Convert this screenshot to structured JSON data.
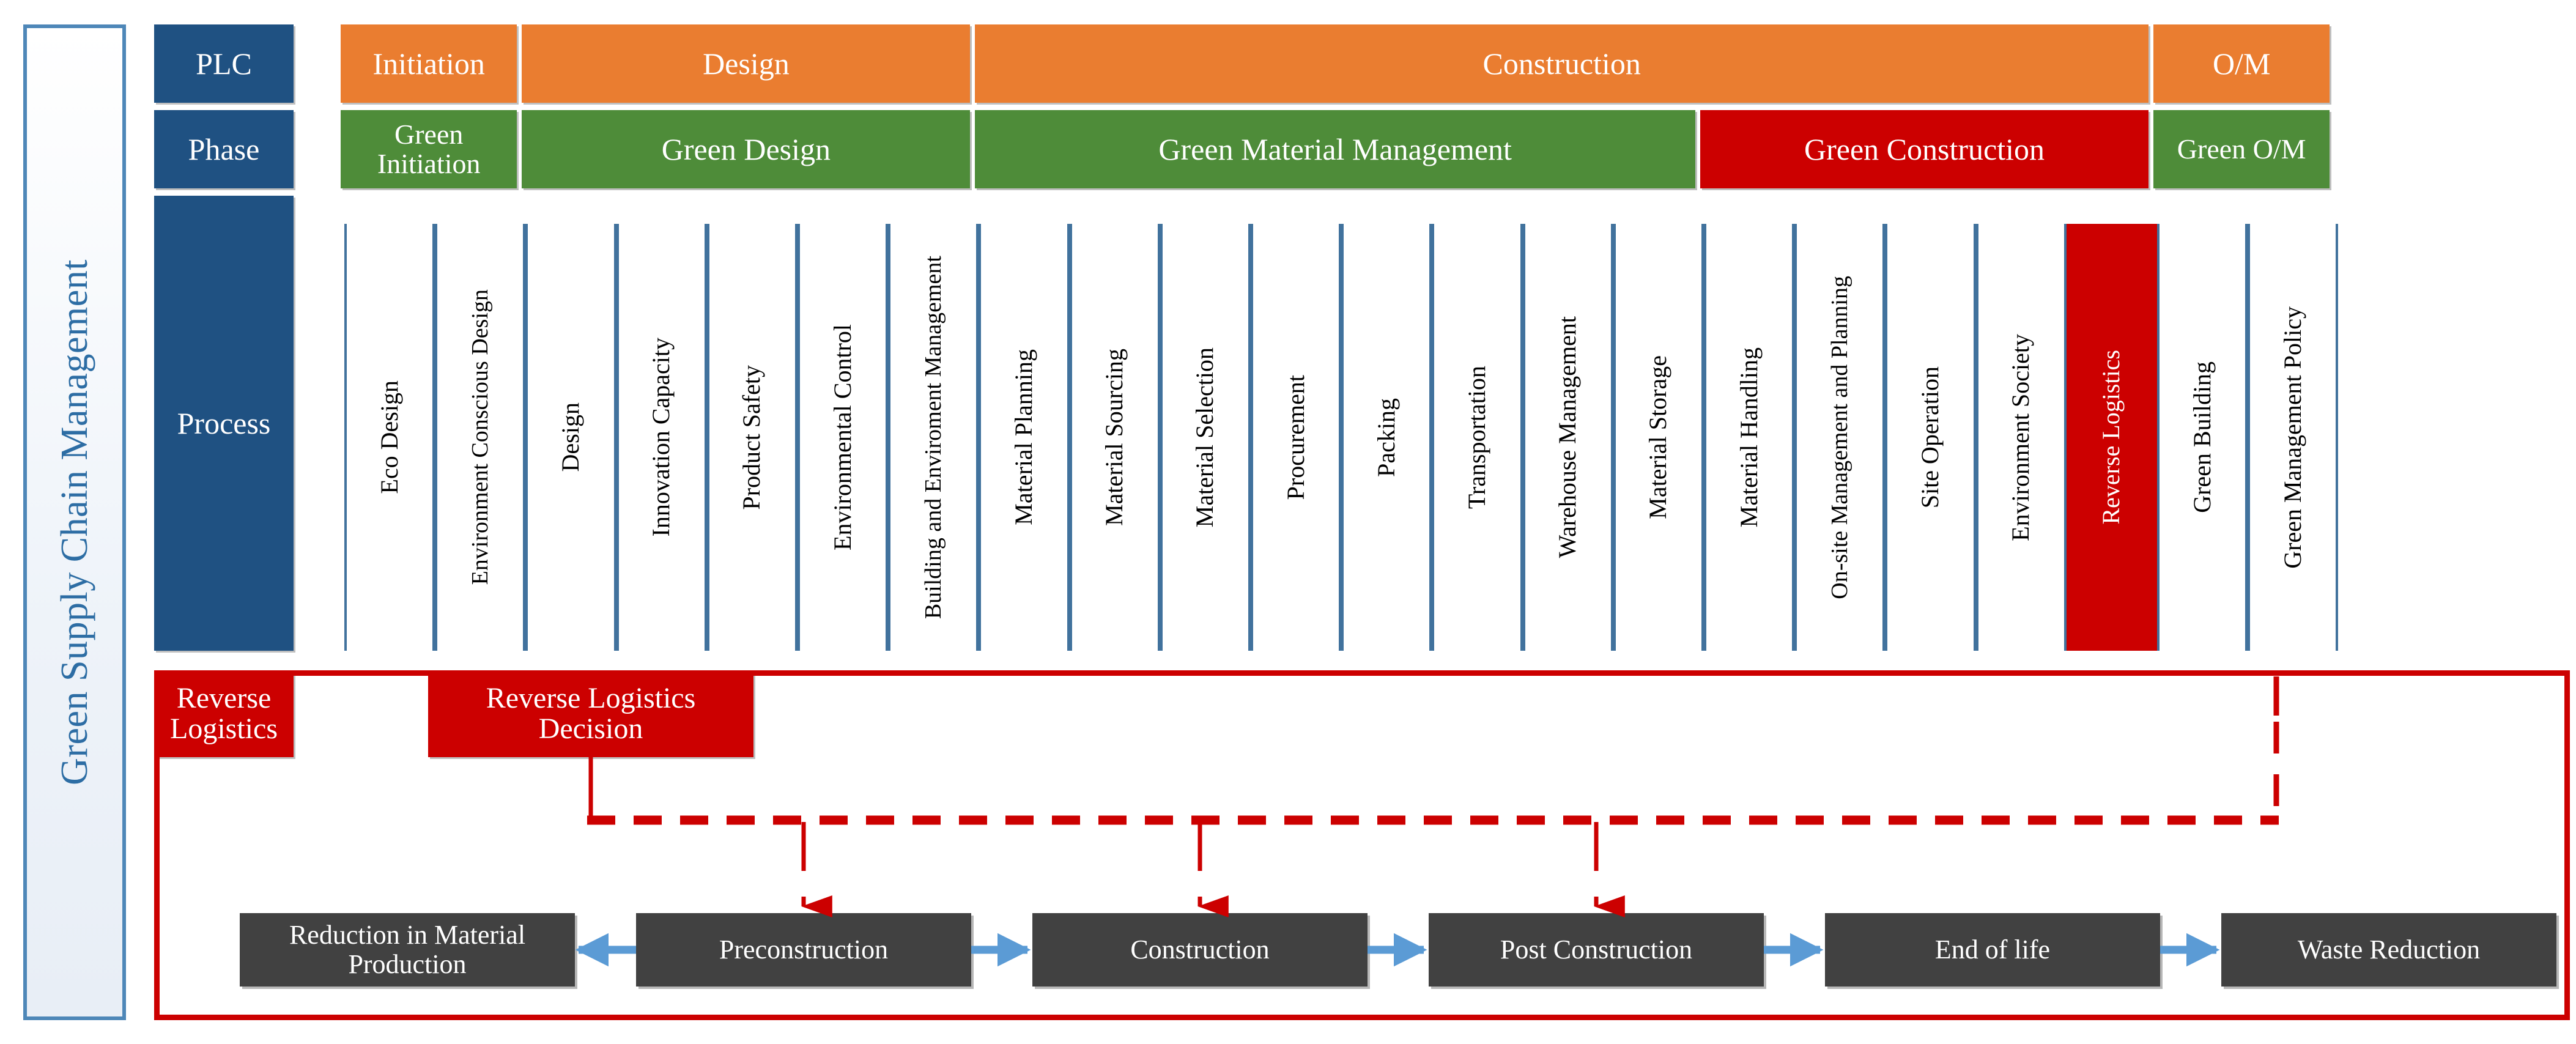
{
  "title_vertical": "Green Supply Chain Management",
  "colors": {
    "blue": "#1f5182",
    "orange": "#ea7d30",
    "green": "#4e8c39",
    "red": "#cc0000",
    "dark_box": "#414141",
    "arrow_blue": "#5b9bd5",
    "title_blue": "#2d6da4",
    "column_border": "#41729d"
  },
  "row_labels": {
    "plc": "PLC",
    "phase": "Phase",
    "process": "Process",
    "reverse_logistics": "Reverse Logistics"
  },
  "plc_row": [
    {
      "label": "Initiation",
      "span": 2
    },
    {
      "label": "Design",
      "span": 5
    },
    {
      "label": "Construction",
      "span": 13
    },
    {
      "label": "O/M",
      "span": 2
    }
  ],
  "phase_row": [
    {
      "label": "Green Initiation",
      "span": 2,
      "color": "green"
    },
    {
      "label": "Green Design",
      "span": 5,
      "color": "green"
    },
    {
      "label": "Green Material Management",
      "span": 8,
      "color": "green"
    },
    {
      "label": "Green Construction",
      "span": 5,
      "color": "red"
    },
    {
      "label": "Green O/M",
      "span": 2,
      "color": "green"
    }
  ],
  "process_columns": [
    {
      "label": "Eco Design",
      "highlight": false
    },
    {
      "label": "Environment Conscious Design",
      "highlight": false
    },
    {
      "label": "Design",
      "highlight": false
    },
    {
      "label": "Innovation Capacity",
      "highlight": false
    },
    {
      "label": "Product Safety",
      "highlight": false
    },
    {
      "label": "Environmental Control",
      "highlight": false
    },
    {
      "label": "Building and Enviroment Management",
      "highlight": false
    },
    {
      "label": "Material Planning",
      "highlight": false
    },
    {
      "label": "Material Sourcing",
      "highlight": false
    },
    {
      "label": "Material Selection",
      "highlight": false
    },
    {
      "label": "Procurement",
      "highlight": false
    },
    {
      "label": "Packing",
      "highlight": false
    },
    {
      "label": "Transportation",
      "highlight": false
    },
    {
      "label": "Warehouse Management",
      "highlight": false
    },
    {
      "label": "Material Storage",
      "highlight": false
    },
    {
      "label": "Material Handling",
      "highlight": false
    },
    {
      "label": "On-site Management and Planning",
      "highlight": false
    },
    {
      "label": "Site Operation",
      "highlight": false
    },
    {
      "label": "Environment Society",
      "highlight": false
    },
    {
      "label": "Reverse Logistics",
      "highlight": true
    },
    {
      "label": "Green Building",
      "highlight": false
    },
    {
      "label": "Green Management Policy",
      "highlight": false
    }
  ],
  "reverse_logistics_decision": "Reverse Logistics Decision",
  "flow_boxes": [
    {
      "label": "Reduction in Material Production"
    },
    {
      "label": "Preconstruction"
    },
    {
      "label": "Construction"
    },
    {
      "label": "Post Construction"
    },
    {
      "label": "End of life"
    },
    {
      "label": "Waste Reduction"
    }
  ],
  "flow_arrows": [
    {
      "from": "Preconstruction",
      "to": "Reduction in Material Production",
      "direction": "left",
      "color": "#5b9bd5"
    },
    {
      "from": "Preconstruction",
      "to": "Construction",
      "direction": "right",
      "color": "#5b9bd5"
    },
    {
      "from": "Construction",
      "to": "Post Construction",
      "direction": "right",
      "color": "#5b9bd5"
    },
    {
      "from": "Post Construction",
      "to": "End of life",
      "direction": "right",
      "color": "#5b9bd5"
    },
    {
      "from": "End of life",
      "to": "Waste Reduction",
      "direction": "right",
      "color": "#5b9bd5"
    }
  ],
  "decision_arrows": [
    {
      "target": "Preconstruction",
      "style": "dashed",
      "color": "#cc0000"
    },
    {
      "target": "Construction",
      "style": "dashed",
      "color": "#cc0000"
    },
    {
      "target": "Post Construction",
      "style": "dashed",
      "color": "#cc0000"
    }
  ]
}
